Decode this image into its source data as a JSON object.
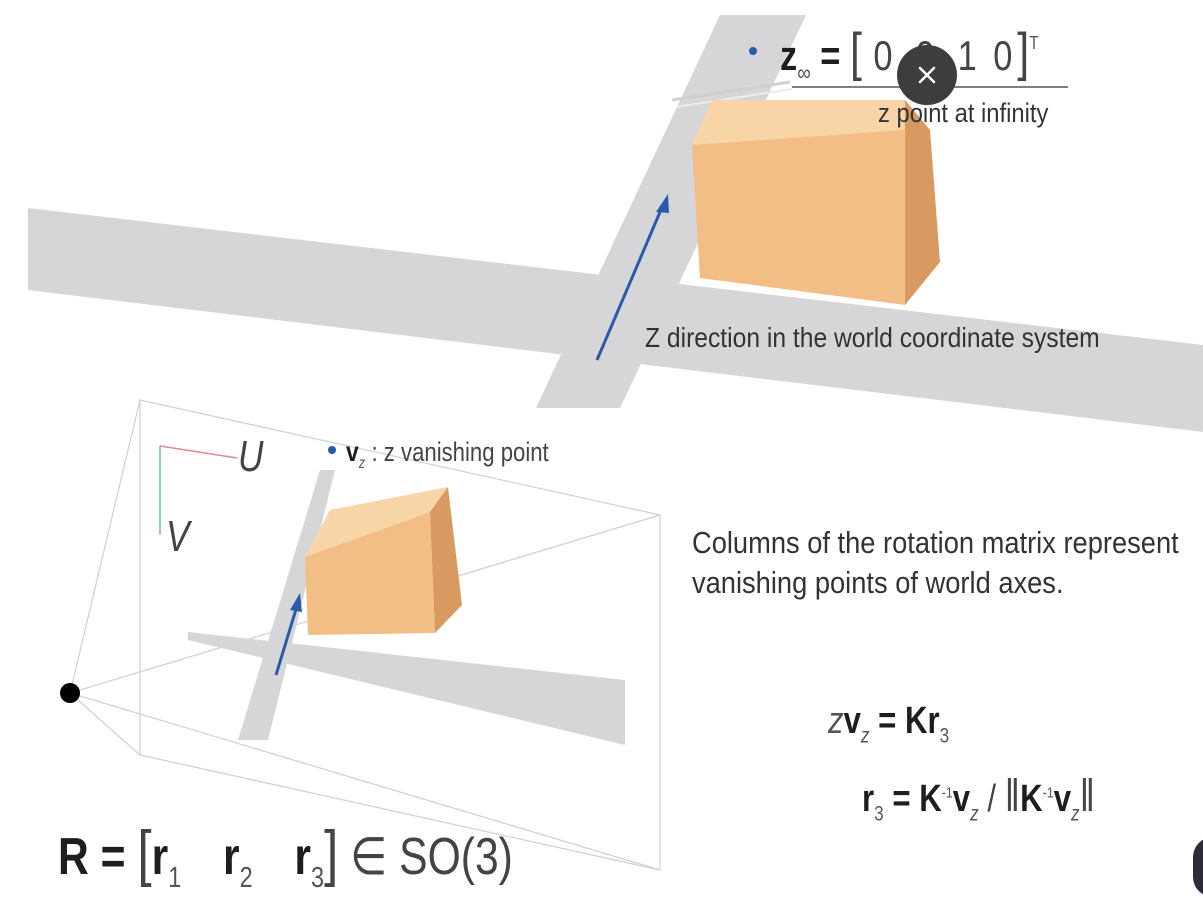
{
  "world": {
    "z_inf_symbol": "z",
    "z_inf_sub": "∞",
    "z_inf_eq": "=",
    "z_inf_bracket_open": "[",
    "z_inf_values": [
      "0",
      "0",
      "1",
      "0"
    ],
    "z_inf_bracket_close": "]",
    "z_inf_transpose": "T",
    "z_inf_caption": "z point at infinity",
    "z_direction_caption": "Z direction in the world coordinate system"
  },
  "image_plane": {
    "u_label": "U",
    "v_label": "V",
    "vz_symbol": "v",
    "vz_sub": "z",
    "vz_caption": ": z vanishing point"
  },
  "explanation": {
    "line1": "Columns of the rotation matrix represent",
    "line2": "vanishing points of world axes."
  },
  "equations": {
    "eq1": {
      "z": "z",
      "v": "v",
      "v_sub": "z",
      "eq": "=",
      "K": "K",
      "r": "r",
      "r_sub": "3"
    },
    "eq2": {
      "r": "r",
      "r_sub": "3",
      "eq": "=",
      "K": "K",
      "inv": "-1",
      "v": "v",
      "v_sub": "z",
      "slash": "/",
      "norm_open": "‖",
      "K2": "K",
      "inv2": "-1",
      "v2": "v",
      "v2_sub": "z",
      "norm_close": "‖"
    },
    "rotation": {
      "R": "R",
      "eq": "=",
      "open": "[",
      "r1": "r",
      "r1_sub": "1",
      "r2": "r",
      "r2_sub": "2",
      "r3": "r",
      "r3_sub": "3",
      "close": "]",
      "in": "∈",
      "group": "SO(3)"
    }
  },
  "colors": {
    "floor": "#d6d6d8",
    "box_front": "#f3be86",
    "box_top": "#f8d5a6",
    "box_side": "#d99a62",
    "arrow": "#2b5aa8",
    "axis_u": "#e08a8a",
    "axis_v": "#7fc49a",
    "close_button_bg": "#3d3d3d"
  },
  "icons": {
    "close": "close-icon",
    "camera_center": "camera-center-dot",
    "point": "blue-point-dot"
  }
}
